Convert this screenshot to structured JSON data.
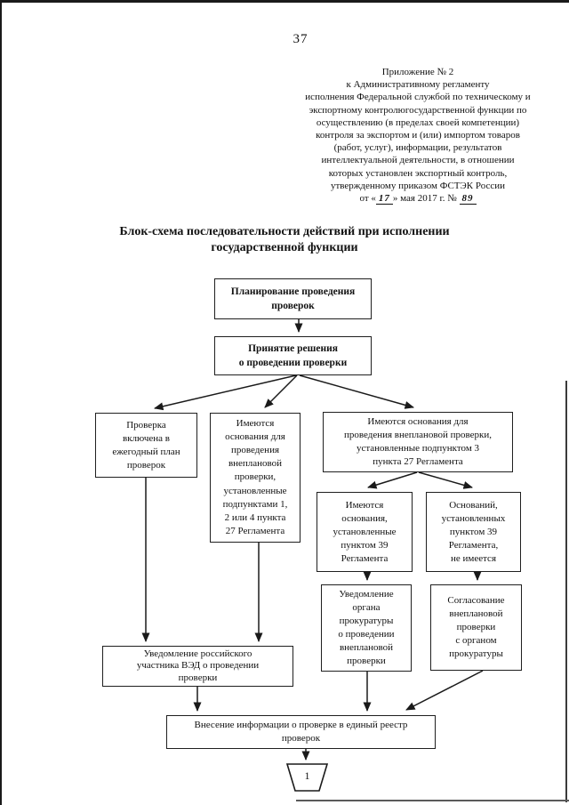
{
  "page": {
    "number": "37"
  },
  "header": {
    "appendix": [
      "Приложение № 2",
      "к Административному регламенту",
      "исполнения Федеральной службой по техническому и",
      "экспортному контролюгосударственной функции по",
      "осуществлению (в пределах своей компетенции)",
      "контроля за экспортом и (или) импортом товаров",
      "(работ, услуг), информации, результатов",
      "интеллектуальной деятельности, в отношении",
      "которых установлен экспортный контроль,",
      "утвержденному приказом ФСТЭК России"
    ],
    "order_line": {
      "pre": "от «",
      "day": "17",
      "mid": "» мая 2017 г. № ",
      "num": "89"
    }
  },
  "title": "Блок-схема последовательности действий при исполнении\nгосударственной функции",
  "flowchart": {
    "nodes": {
      "plan": "Планирование проведения\nпроверок",
      "decision": "Принятие решения\nо проведении проверки",
      "annual_plan": "Проверка\nвключена в\nежегодный план\nпроверок",
      "unscheduled_1_2_4": "Имеются\nоснования для\nпроведения\nвнеплановой\nпроверки,\nустановленные\nподпунктами 1,\n2 или 4 пункта\n27 Регламента",
      "unscheduled_3": "Имеются основания для\nпроведения внеплановой проверки,\nустановленные подпунктом 3\nпункта 27 Регламента",
      "grounds_39": "Имеются\nоснования,\nустановленные\nпунктом 39\nРегламента",
      "no_grounds_39": "Оснований,\nустановленных\nпунктом 39\nРегламента,\nне имеется",
      "notify_prosecutor": "Уведомление\nоргана\nпрокуратуры\nо проведении\nвнеплановой\nпроверки",
      "approve_prosecutor": "Согласование\nвнеплановой\nпроверки\nс органом\nпрокуратуры",
      "notify_ved": "Уведомление российского\nучастника ВЭД о проведении\nпроверки",
      "register": "Внесение информации о проверке в единый реестр\nпроверок"
    },
    "offpage_connector": "1"
  }
}
